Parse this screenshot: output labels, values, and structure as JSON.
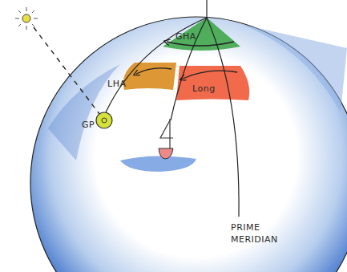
{
  "diagram": {
    "labels": [
      "GHA",
      "LHA",
      "Long",
      "GP",
      "PRIME MERIDIAN"
    ]
  }
}
